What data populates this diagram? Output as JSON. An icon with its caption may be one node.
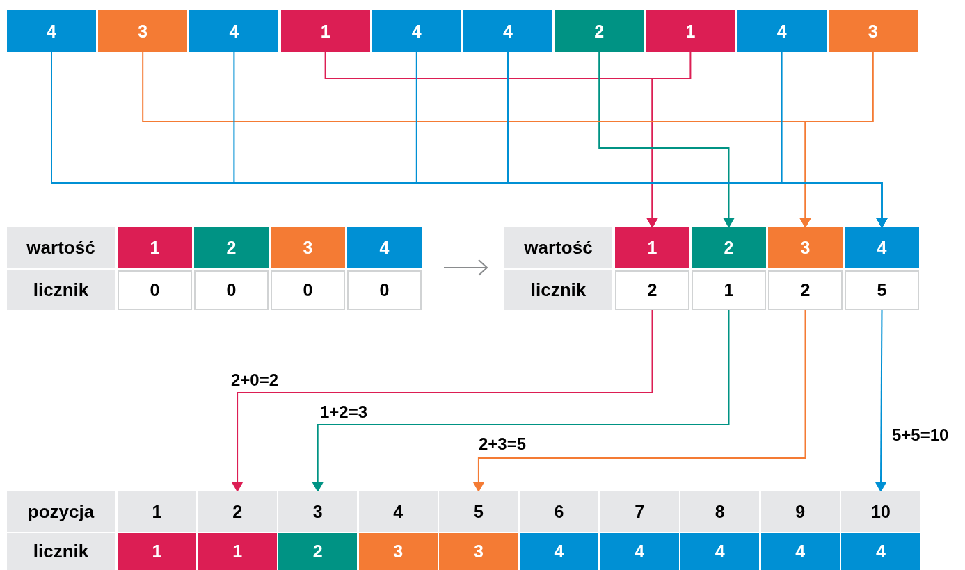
{
  "diagram": {
    "nodes": [
      {
        "text": [
          "4"
        ]
      },
      {
        "text": [
          "3"
        ]
      },
      {
        "text": [
          "4"
        ]
      },
      {
        "text": [
          "1"
        ]
      },
      {
        "text": [
          "4"
        ]
      },
      {
        "text": [
          "4"
        ]
      },
      {
        "text": [
          "2"
        ]
      },
      {
        "text": [
          "1"
        ]
      },
      {
        "text": [
          "4"
        ]
      },
      {
        "text": [
          "3"
        ]
      },
      {
        "text": [],
        "shape": "box"
      },
      {
        "text": [
          "wartość"
        ],
        "in": 10
      },
      {
        "text": [
          "1"
        ],
        "in": 10
      },
      {
        "text": [
          "2"
        ],
        "in": 10
      },
      {
        "text": [
          "3"
        ],
        "in": 10
      },
      {
        "text": [
          "4"
        ],
        "in": 10
      },
      {
        "text": [
          "licznik"
        ],
        "in": 10
      },
      {
        "text": [
          "0"
        ],
        "in": 10
      },
      {
        "text": [
          "0"
        ],
        "in": 10
      },
      {
        "text": [
          "0"
        ],
        "in": 10
      },
      {
        "text": [
          "0"
        ],
        "in": 10
      },
      {
        "text": [],
        "shape": "box"
      },
      {
        "text": [
          "wartość"
        ],
        "in": 21
      },
      {
        "text": [
          "1"
        ],
        "in": 21
      },
      {
        "text": [
          "2"
        ],
        "in": 21
      },
      {
        "text": [
          "3"
        ],
        "in": 21
      },
      {
        "text": [
          "4"
        ],
        "in": 21
      },
      {
        "text": [
          "licznik"
        ],
        "in": 21
      },
      {
        "text": [
          "2"
        ],
        "in": 21
      },
      {
        "text": [
          "1"
        ],
        "in": 21
      },
      {
        "text": [
          "2"
        ],
        "in": 21
      },
      {
        "text": [
          "5"
        ],
        "in": 21
      },
      {
        "text": [],
        "shape": "box"
      },
      {
        "text": [
          "pozycja"
        ],
        "in": 32
      },
      {
        "text": [
          "1"
        ],
        "in": 32
      },
      {
        "text": [
          "2"
        ],
        "in": 32
      },
      {
        "text": [
          "3"
        ],
        "in": 32
      },
      {
        "text": [
          "4"
        ],
        "in": 32
      },
      {
        "text": [
          "5"
        ],
        "in": 32
      },
      {
        "text": [
          "6"
        ],
        "in": 32
      },
      {
        "text": [
          "7"
        ],
        "in": 32
      },
      {
        "text": [
          "8"
        ],
        "in": 32
      },
      {
        "text": [
          "9"
        ],
        "in": 32
      },
      {
        "text": [
          "10"
        ],
        "in": 32
      },
      {
        "text": [
          "licznik"
        ],
        "in": 32
      },
      {
        "text": [
          "1"
        ],
        "in": 32
      },
      {
        "text": [
          "1"
        ],
        "in": 32
      },
      {
        "text": [
          "2"
        ],
        "in": 32
      },
      {
        "text": [
          "3"
        ],
        "in": 32
      },
      {
        "text": [
          "3"
        ],
        "in": 32
      },
      {
        "text": [
          "4"
        ],
        "in": 32
      },
      {
        "text": [
          "4"
        ],
        "in": 32
      },
      {
        "text": [
          "4"
        ],
        "in": 32
      },
      {
        "text": [
          "4"
        ],
        "in": 32
      },
      {
        "text": [
          "4"
        ],
        "in": 32
      }
    ],
    "edges": [
      {
        "from": 3,
        "to": 23,
        "arrow": "to",
        "color": "#dc1e54"
      },
      {
        "from": 7,
        "to": 23,
        "arrow": "to",
        "color": "#dc1e54"
      },
      {
        "from": 6,
        "to": 24,
        "arrow": "to",
        "color": "#009384"
      },
      {
        "from": 1,
        "to": 25,
        "arrow": "to",
        "color": "#f47b34"
      },
      {
        "from": 9,
        "to": 25,
        "arrow": "to",
        "color": "#f47b34"
      },
      {
        "from": 0,
        "to": 26,
        "arrow": "to",
        "color": "#0090d4"
      },
      {
        "from": 2,
        "to": 26,
        "arrow": "to",
        "color": "#0090d4"
      },
      {
        "from": 4,
        "to": 26,
        "arrow": "to",
        "color": "#0090d4"
      },
      {
        "from": 5,
        "to": 26,
        "arrow": "to",
        "color": "#0090d4"
      },
      {
        "from": 8,
        "to": 26,
        "arrow": "to",
        "color": "#0090d4"
      },
      {
        "from": 10,
        "to": 21,
        "arrow": "to",
        "color": "#8a8c8e"
      },
      {
        "from": 28,
        "to": 35,
        "arrow": "to",
        "label": "2+0=2",
        "color": "#dc1e54"
      },
      {
        "from": 29,
        "to": 36,
        "arrow": "to",
        "label": "1+2=3",
        "color": "#009384"
      },
      {
        "from": 30,
        "to": 38,
        "arrow": "to",
        "label": "2+3=5",
        "color": "#f47b34"
      },
      {
        "from": 31,
        "to": 43,
        "arrow": "to",
        "label": "5+5=10",
        "color": "#0090d4"
      }
    ]
  }
}
